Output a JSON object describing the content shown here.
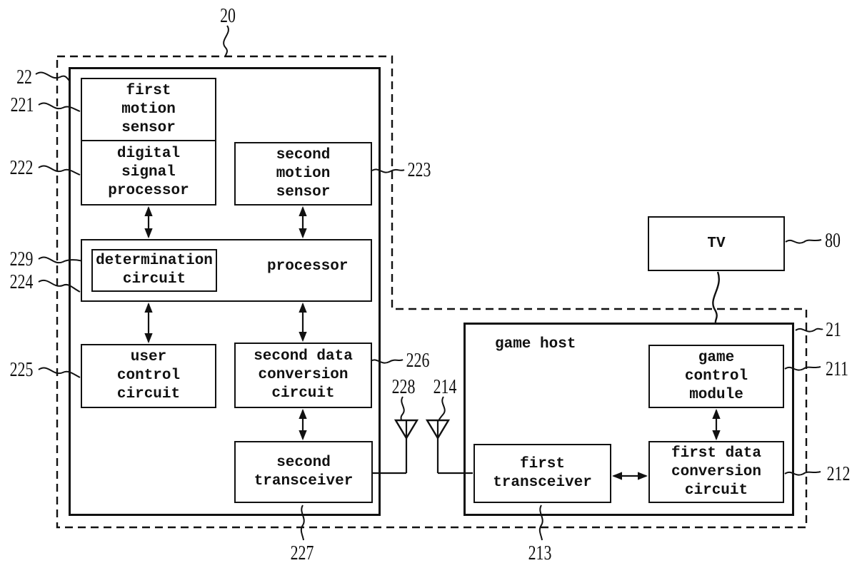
{
  "figure": {
    "refs": {
      "system": "20",
      "controller": "22",
      "first_motion_sensor": "221",
      "digital_signal_processor": "222",
      "second_motion_sensor": "223",
      "processor": "224",
      "user_control_circuit": "225",
      "second_data_conversion_circuit": "226",
      "second_transceiver": "227",
      "controller_antenna": "228",
      "determination_circuit": "229",
      "game_host": "21",
      "game_control_module": "211",
      "first_data_conversion_circuit": "212",
      "first_transceiver": "213",
      "host_antenna": "214",
      "tv": "80"
    },
    "blocks": {
      "first_motion_sensor": "first\nmotion\nsensor",
      "digital_signal_processor": "digital\nsignal\nprocessor",
      "second_motion_sensor": "second\nmotion\nsensor",
      "determination_circuit": "determination\ncircuit",
      "processor": "processor",
      "user_control_circuit": "user\ncontrol\ncircuit",
      "second_data_conversion_circuit": "second data\nconversion\ncircuit",
      "second_transceiver": "second\ntransceiver",
      "game_host": "game host",
      "game_control_module": "game\ncontrol\nmodule",
      "first_transceiver": "first\ntransceiver",
      "first_data_conversion_circuit": "first data\nconversion\ncircuit",
      "tv": "TV"
    },
    "colors": {
      "line": "#111111",
      "background": "#ffffff"
    }
  }
}
